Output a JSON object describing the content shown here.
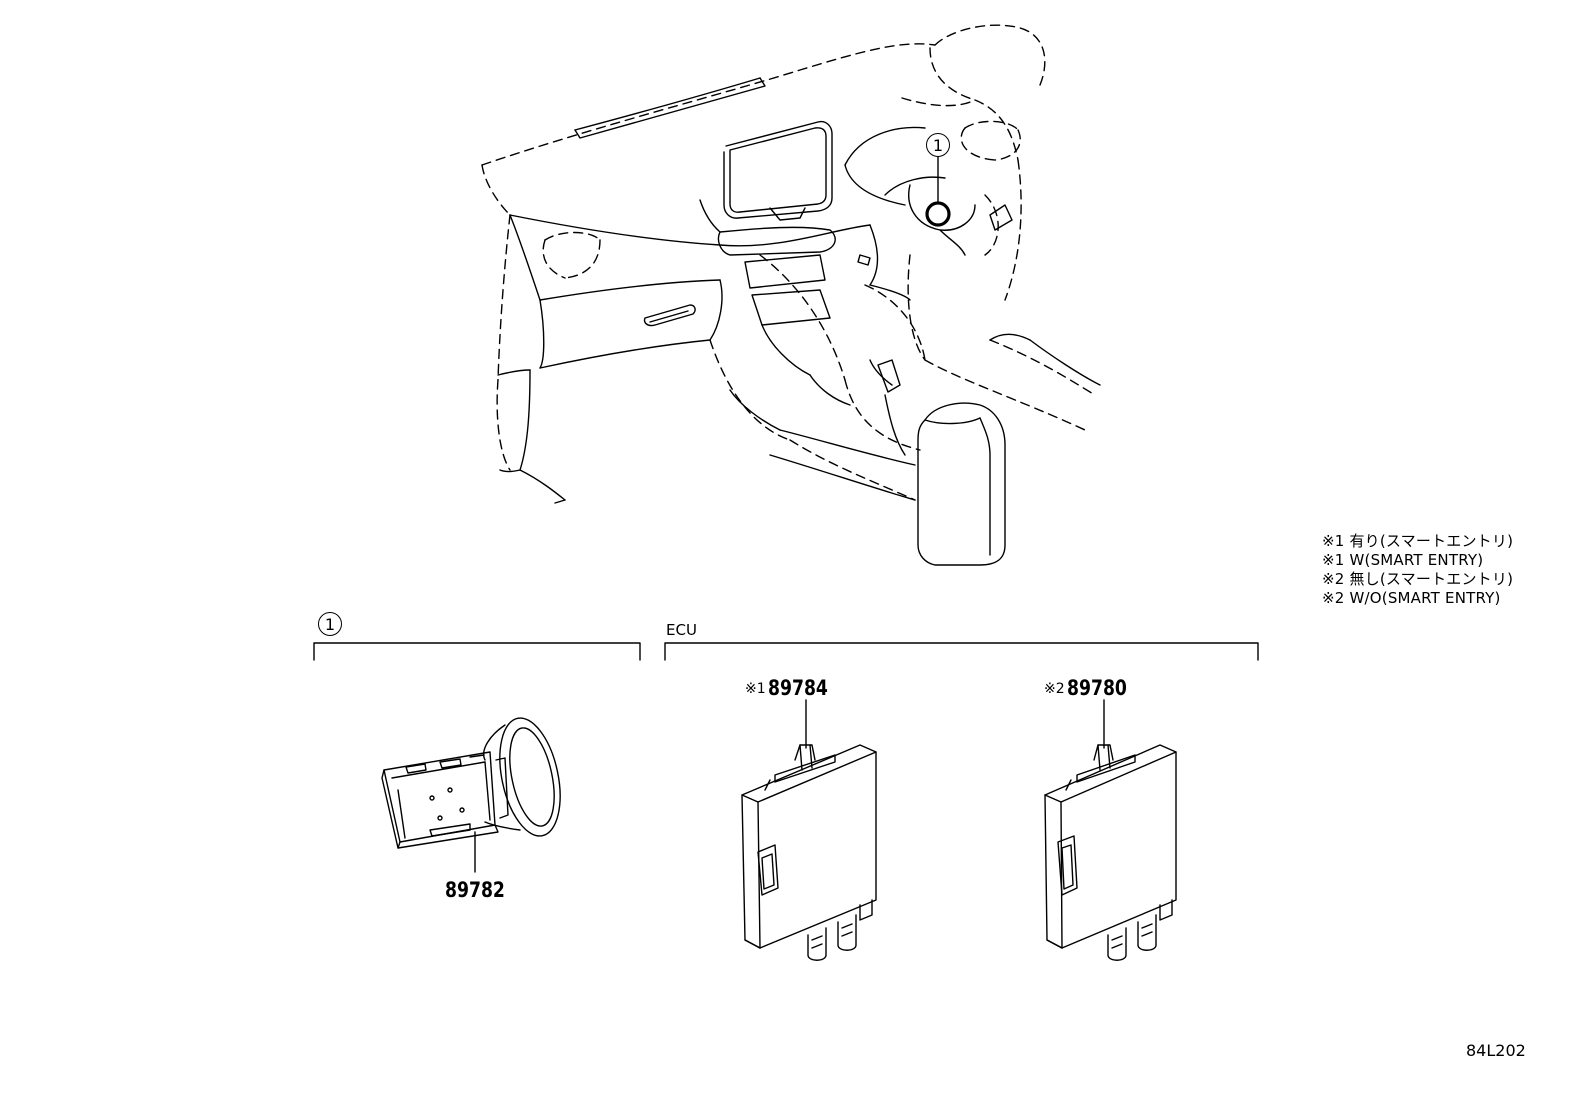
{
  "legend": [
    "※1 有り(スマートエントリ)",
    "※1 W(SMART ENTRY)",
    "※2 無し(スマートエントリ)",
    "※2 W/O(SMART ENTRY)"
  ],
  "callouts": {
    "dash_ref": "1",
    "group1_ref": "1"
  },
  "groups": {
    "ecu_label": "ECU"
  },
  "parts": [
    {
      "number": "89782",
      "mark": ""
    },
    {
      "number": "89784",
      "mark": "※1"
    },
    {
      "number": "89780",
      "mark": "※2"
    }
  ],
  "figure_code": "84L202"
}
